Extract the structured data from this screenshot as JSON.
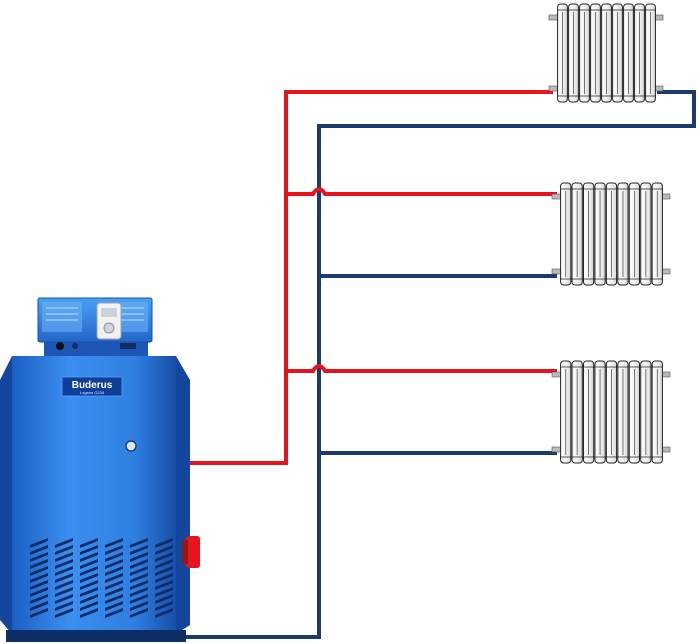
{
  "boiler": {
    "brand": "Buderus",
    "model": "Logano G234"
  },
  "colors": {
    "supply_pipe": "#e8131d",
    "return_pipe": "#1b3a6e",
    "boiler_body": "#2f7fe0",
    "radiator": "#ffffff"
  },
  "icons": [
    "boiler",
    "control-panel",
    "radiator",
    "burner"
  ]
}
